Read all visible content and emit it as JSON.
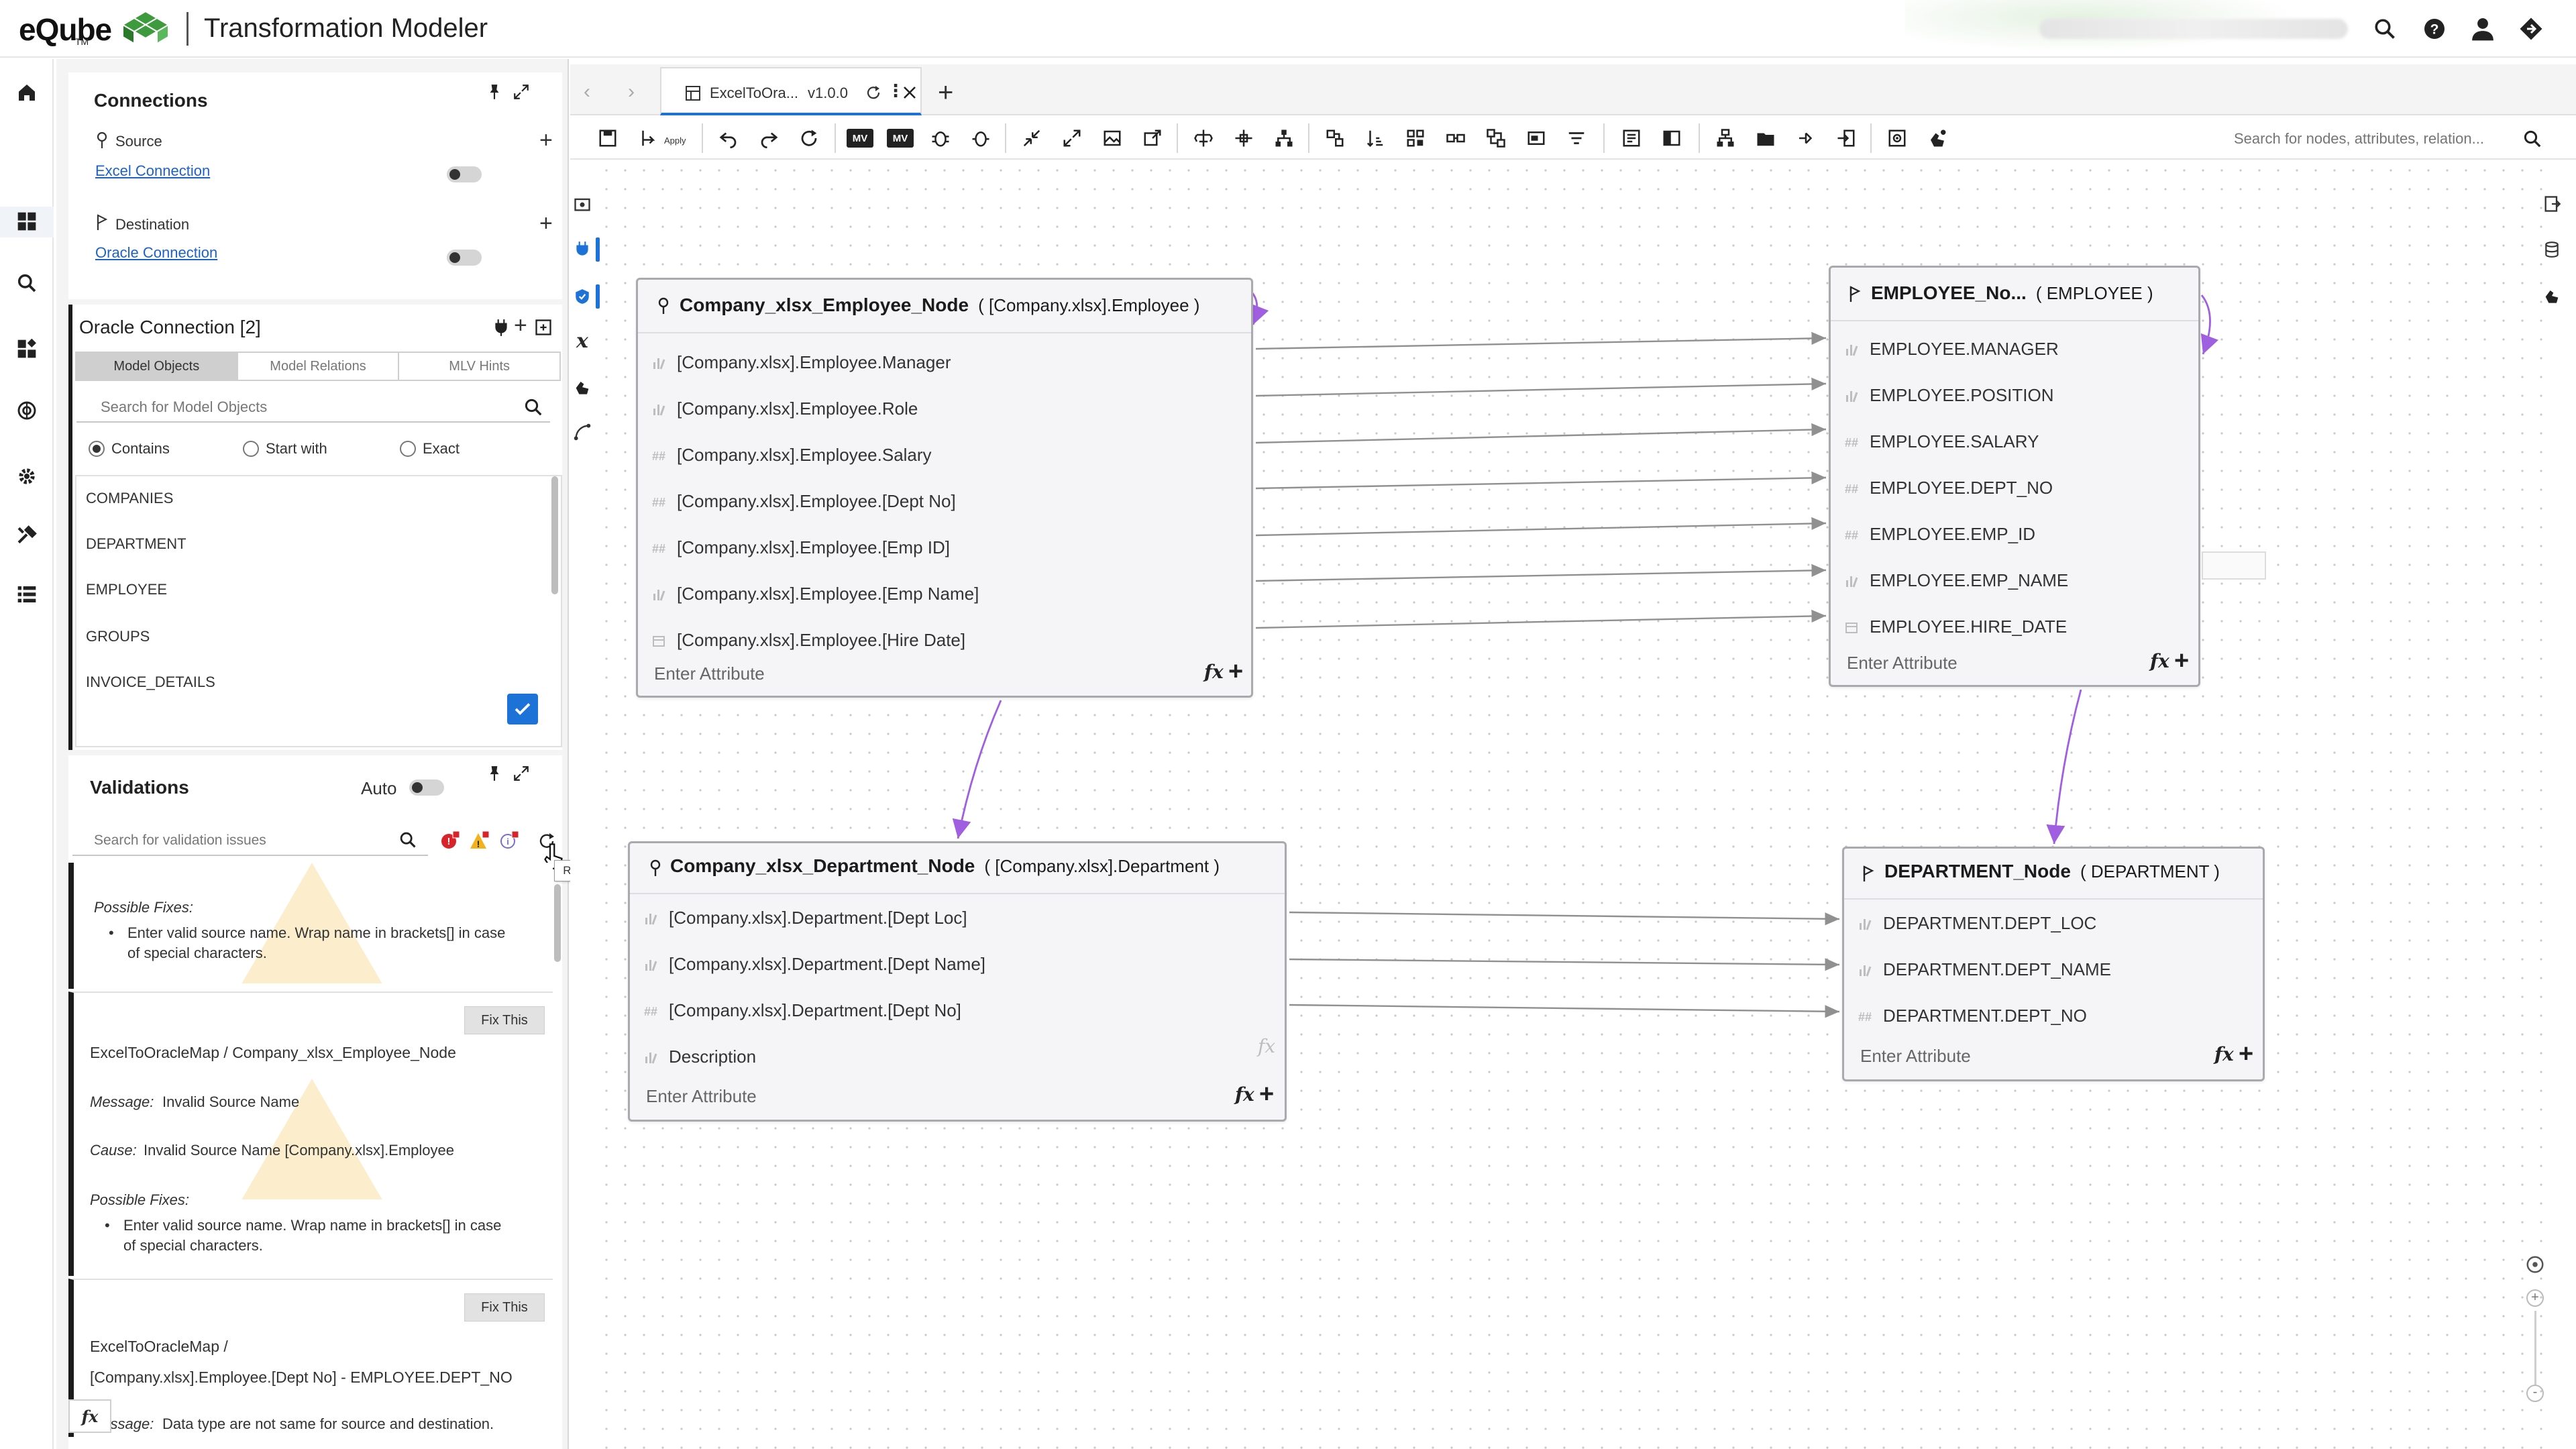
{
  "app": {
    "brand": "eQube",
    "brand_tm": "TM",
    "title": "Transformation Modeler"
  },
  "connections": {
    "title": "Connections",
    "source_label": "Source",
    "source_link": "Excel Connection",
    "destination_label": "Destination",
    "destination_link": "Oracle Connection"
  },
  "oracle_panel": {
    "title": "Oracle Connection [2]",
    "tabs": [
      "Model Objects",
      "Model Relations",
      "MLV Hints"
    ],
    "search_placeholder": "Search for Model Objects",
    "radio_options": [
      "Contains",
      "Start with",
      "Exact"
    ],
    "selected_radio": "Contains",
    "objects": [
      "COMPANIES",
      "DEPARTMENT",
      "EMPLOYEE",
      "GROUPS",
      "INVOICE_DETAILS"
    ]
  },
  "validations": {
    "title": "Validations",
    "auto_label": "Auto",
    "search_placeholder": "Search for validation issues",
    "tooltip": "Refresh",
    "entry1": {
      "possible_fixes_label": "Possible Fixes:",
      "fix_line1": "Enter valid source name. Wrap name in brackets[] in case",
      "fix_line2": "of special characters."
    },
    "entry2": {
      "button": "Fix This",
      "path": "ExcelToOracleMap / Company_xlsx_Employee_Node",
      "message_label": "Message:",
      "message": "Invalid Source Name",
      "cause_label": "Cause:",
      "cause": "Invalid Source Name [Company.xlsx].Employee",
      "possible_fixes_label": "Possible Fixes:",
      "fix_line1": "Enter valid source name. Wrap name in brackets[] in case",
      "fix_line2": "of special characters."
    },
    "entry3": {
      "button": "Fix This",
      "path_line1": "ExcelToOracleMap /",
      "path_line2": "[Company.xlsx].Employee.[Dept No] - EMPLOYEE.DEPT_NO",
      "message_label": "Message:",
      "message": "Data type are not same for source and destination."
    }
  },
  "doc_tab": {
    "name": "ExcelToOra...",
    "version": "v1.0.0"
  },
  "toolbar": {
    "apply_label": "Apply",
    "mv1": "MV",
    "mv2": "MV",
    "search_placeholder": "Search for nodes, attributes, relation..."
  },
  "nodes": {
    "emp_src": {
      "name": "Company_xlsx_Employee_Node",
      "type": "( [Company.xlsx].Employee )",
      "attributes": [
        "[Company.xlsx].Employee.Manager",
        "[Company.xlsx].Employee.Role",
        "[Company.xlsx].Employee.Salary",
        "[Company.xlsx].Employee.[Dept No]",
        "[Company.xlsx].Employee.[Emp ID]",
        "[Company.xlsx].Employee.[Emp Name]",
        "[Company.xlsx].Employee.[Hire Date]"
      ],
      "enter": "Enter Attribute"
    },
    "emp_dst": {
      "name": "EMPLOYEE_No...",
      "type": "( EMPLOYEE )",
      "attributes": [
        "EMPLOYEE.MANAGER",
        "EMPLOYEE.POSITION",
        "EMPLOYEE.SALARY",
        "EMPLOYEE.DEPT_NO",
        "EMPLOYEE.EMP_ID",
        "EMPLOYEE.EMP_NAME",
        "EMPLOYEE.HIRE_DATE"
      ],
      "enter": "Enter Attribute"
    },
    "dept_src": {
      "name": "Company_xlsx_Department_Node",
      "type": "( [Company.xlsx].Department )",
      "attributes": [
        "[Company.xlsx].Department.[Dept Loc]",
        "[Company.xlsx].Department.[Dept Name]",
        "[Company.xlsx].Department.[Dept No]",
        "Description"
      ],
      "enter": "Enter Attribute"
    },
    "dept_dst": {
      "name": "DEPARTMENT_Node",
      "type": "( DEPARTMENT )",
      "attributes": [
        "DEPARTMENT.DEPT_LOC",
        "DEPARTMENT.DEPT_NAME",
        "DEPARTMENT.DEPT_NO"
      ],
      "enter": "Enter Attribute"
    }
  },
  "fx_label": "fx",
  "add_label": "+",
  "colors": {
    "accent": "#1d72d8",
    "link": "#1d62c8",
    "relation_line": "#a05ee0",
    "error_red": "#d8232a",
    "warning_amber": "#f2b21c"
  }
}
